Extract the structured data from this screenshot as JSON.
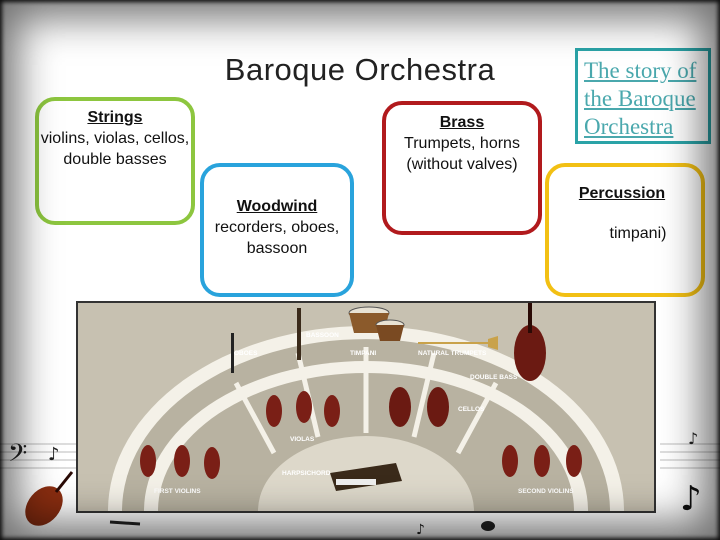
{
  "page": {
    "title": "Baroque Orchestra"
  },
  "link": {
    "text": "The story of the Baroque Orchestra"
  },
  "sections": {
    "strings": {
      "heading": "Strings",
      "body": "violins, violas, cellos, double basses"
    },
    "woodwind": {
      "heading": "Woodwind",
      "body": "recorders, oboes, bassoon"
    },
    "brass": {
      "heading": "Brass",
      "body": "Trumpets, horns (without valves)"
    },
    "percussion": {
      "heading": "Percussion",
      "body": "timpani)"
    }
  },
  "diagram": {
    "labels": {
      "bassoon": "BASSOON",
      "oboes": "OBOES",
      "timpani": "TIMPANI",
      "natural_trumpets": "NATURAL TRUMPETS",
      "double_bass": "DOUBLE BASS",
      "cellos": "CELLOS",
      "violas": "VIOLAS",
      "harpsichord": "HARPSICHORD",
      "first_violins": "FIRST VIOLINS",
      "second_violins": "SECOND VIOLINS"
    }
  },
  "colors": {
    "strings_border": "#8dc63f",
    "woodwind_border": "#29a3dc",
    "brass_border": "#b11a1d",
    "percussion_border": "#f2c014",
    "link": "#4aa8ad",
    "stage": "#c7c1b1",
    "violin": "#7a1f16"
  },
  "icons": [
    "bass-clef-icon",
    "music-note-icon",
    "violin-icon",
    "staff-lines-icon"
  ]
}
